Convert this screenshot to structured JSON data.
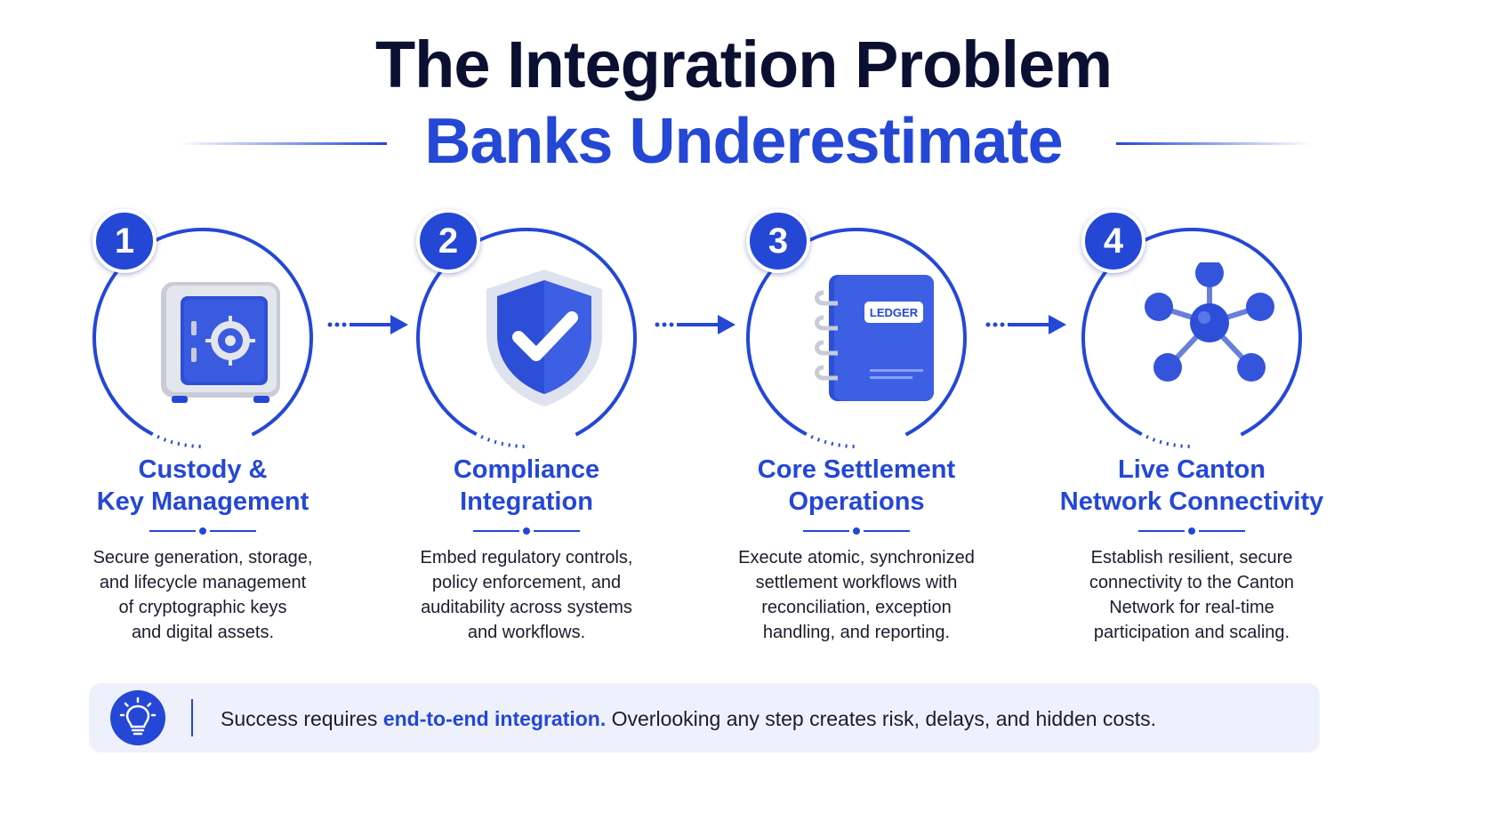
{
  "title": {
    "line1": "The Integration Problem",
    "line2": "Banks Underestimate"
  },
  "steps": [
    {
      "number": "1",
      "icon": "safe-vault-icon",
      "title_lines": [
        "Custody &",
        "Key Management"
      ],
      "description_lines": [
        "Secure generation, storage,",
        "and lifecycle management",
        "of cryptographic keys",
        "and digital assets."
      ]
    },
    {
      "number": "2",
      "icon": "shield-check-icon",
      "title_lines": [
        "Compliance",
        "Integration"
      ],
      "description_lines": [
        "Embed regulatory controls,",
        "policy enforcement, and",
        "auditability across systems",
        "and workflows."
      ]
    },
    {
      "number": "3",
      "icon": "ledger-book-icon",
      "icon_label": "LEDGER",
      "title_lines": [
        "Core Settlement",
        "Operations"
      ],
      "description_lines": [
        "Execute atomic, synchronized",
        "settlement workflows with",
        "reconciliation, exception",
        "handling, and reporting."
      ]
    },
    {
      "number": "4",
      "icon": "network-nodes-icon",
      "title_lines": [
        "Live Canton",
        "Network Connectivity"
      ],
      "description_lines": [
        "Establish resilient, secure",
        "connectivity to the Canton",
        "Network for real-time",
        "participation and scaling."
      ]
    }
  ],
  "footer": {
    "icon": "lightbulb-icon",
    "text_before": "Success requires ",
    "text_emphasis": "end-to-end integration.",
    "text_after": " Overlooking any step creates risk, delays, and hidden costs."
  },
  "colors": {
    "accent": "#2447d6",
    "title_dark": "#0b1032",
    "body_text": "#1a1d2e",
    "footer_bg": "#eef1fc"
  }
}
